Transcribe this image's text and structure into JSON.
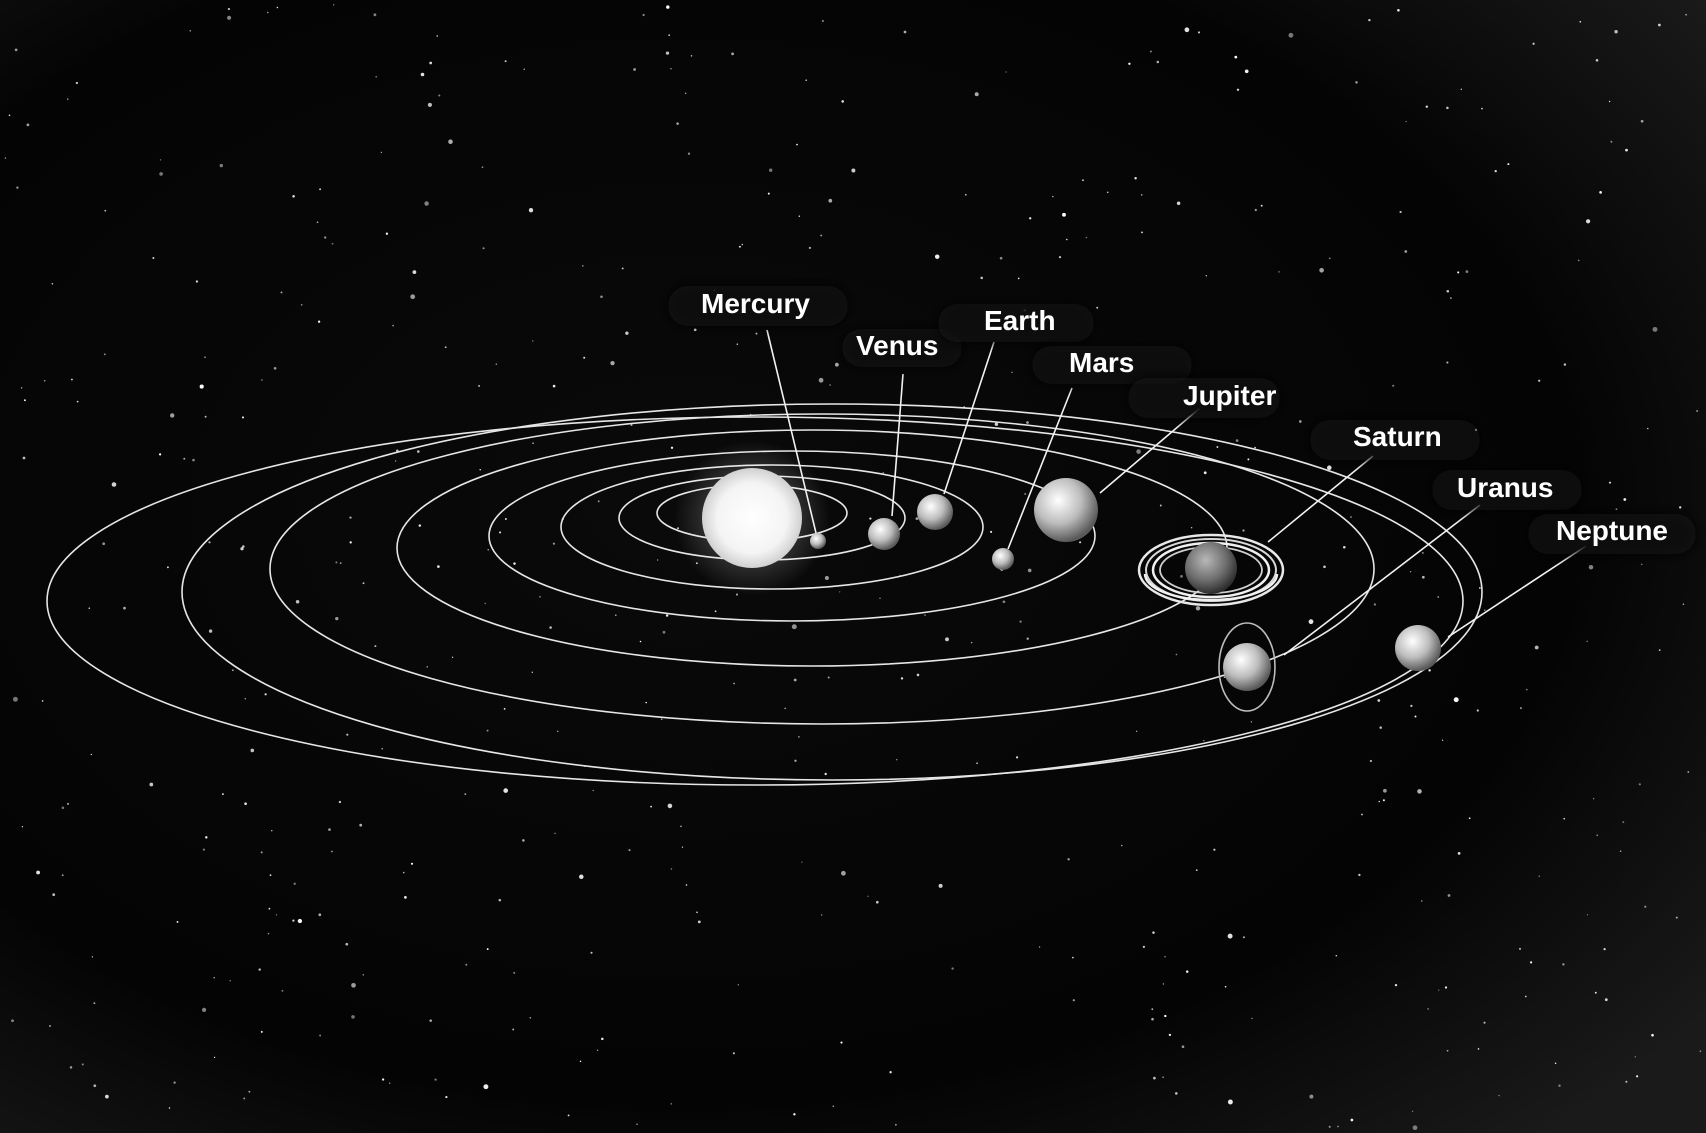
{
  "planets": [
    {
      "key": "mercury",
      "label": "Mercury"
    },
    {
      "key": "venus",
      "label": "Venus"
    },
    {
      "key": "earth",
      "label": "Earth"
    },
    {
      "key": "mars",
      "label": "Mars"
    },
    {
      "key": "jupiter",
      "label": "Jupiter"
    },
    {
      "key": "saturn",
      "label": "Saturn"
    },
    {
      "key": "uranus",
      "label": "Uranus"
    },
    {
      "key": "neptune",
      "label": "Neptune"
    }
  ],
  "colors": {
    "background": "#000000",
    "orbit": "#e6e6e6",
    "label": "#ffffff"
  }
}
